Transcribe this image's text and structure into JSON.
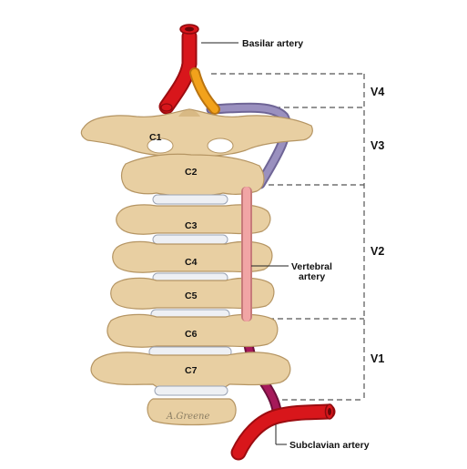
{
  "labels": {
    "basilar": "Basilar artery",
    "vertebral_line1": "Vertebral",
    "vertebral_line2": "artery",
    "subclavian": "Subclavian artery"
  },
  "segments": [
    "V4",
    "V3",
    "V2",
    "V1"
  ],
  "vertebrae": [
    "C1",
    "C2",
    "C3",
    "C4",
    "C5",
    "C6",
    "C7"
  ],
  "signature": "A.Greene",
  "colors": {
    "artery_red": "#d8161b",
    "v4_orange": "#f2a21b",
    "v3_purple": "#8a80ae",
    "v2_pink": "#f1a5a5",
    "v1_magenta": "#a6195a",
    "bone": "#e8cfa2",
    "disc": "#eef0f4"
  }
}
